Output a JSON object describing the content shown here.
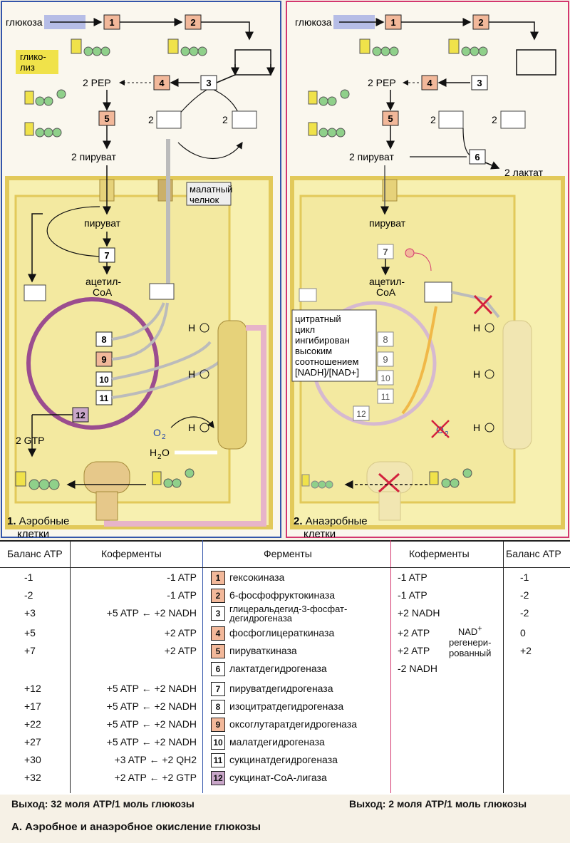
{
  "left_panel": {
    "glucose": "глюкоза",
    "glycolysis": "глико-\nлиз",
    "pep": "2 PEP",
    "pyruvate2": "2 пируват",
    "malate_shuttle": "малатный\nчелнок",
    "pyruvate": "пируват",
    "acetyl_coa": "ацетил-\nCoA",
    "gtp": "2 GTP",
    "o2": "O2",
    "h2o": "H2O",
    "h_plus": "H",
    "nad_count": "2",
    "caption": "1. Аэробные\nклетки"
  },
  "right_panel": {
    "glucose": "глюкоза",
    "pep": "2 PEP",
    "pyruvate2": "2 пируват",
    "lactate": "2 лактат",
    "pyruvate": "пируват",
    "acetyl_coa": "ацетил-\nCoA",
    "citrate_note": "цитратный\nцикл\nингибирован\nвысоким\nсоотношением\n[NADH]/[NAD+]",
    "h_plus": "H",
    "caption": "2. Анаэробные\nклетки"
  },
  "table": {
    "headers": [
      "Баланс ATP",
      "Коферменты",
      "Ферменты",
      "Коферменты",
      "Баланс ATP"
    ],
    "rows": [
      {
        "n": "1",
        "enzyme": "гексокиназа",
        "lb": "-1",
        "lco": "-1 ATP",
        "rco": "-1 ATP",
        "rb": "-1",
        "color": "#f2b89a"
      },
      {
        "n": "2",
        "enzyme": "6-фосфофруктокиназа",
        "lb": "-2",
        "lco": "-1 ATP",
        "rco": "-1 ATP",
        "rb": "-2",
        "color": "#f2b89a"
      },
      {
        "n": "3",
        "enzyme": "глицеральдегид-3-фосфат-\nдегидрогеназа",
        "lb": "+3",
        "lco": "+5 ATP ← +2 NADH",
        "rco": "+2 NADH",
        "rb": "-2",
        "color": "#ffffff"
      },
      {
        "n": "4",
        "enzyme": "фосфоглицераткиназа",
        "lb": "+5",
        "lco": "+2 ATP",
        "rco": "+2 ATP",
        "rb": "0",
        "color": "#f2b89a"
      },
      {
        "n": "5",
        "enzyme": "пируваткиназа",
        "lb": "+7",
        "lco": "+2 ATP",
        "rco": "+2 ATP",
        "rb": "+2",
        "color": "#f2b89a"
      },
      {
        "n": "6",
        "enzyme": "лактатдегидрогеназа",
        "lb": "",
        "lco": "",
        "rco": "-2 NADH",
        "rb": "",
        "color": "#ffffff"
      },
      {
        "n": "7",
        "enzyme": "пируватдегидрогеназа",
        "lb": "+12",
        "lco": "+5 ATP ← +2 NADH",
        "rco": "",
        "rb": "",
        "color": "#ffffff"
      },
      {
        "n": "8",
        "enzyme": "изоцитратдегидрогеназа",
        "lb": "+17",
        "lco": "+5 ATP ← +2 NADH",
        "rco": "",
        "rb": "",
        "color": "#ffffff"
      },
      {
        "n": "9",
        "enzyme": "оксоглутаратдегидрогеназа",
        "lb": "+22",
        "lco": "+5 ATP ← +2 NADH",
        "rco": "",
        "rb": "",
        "color": "#f2b89a"
      },
      {
        "n": "10",
        "enzyme": "малатдегидрогеназа",
        "lb": "+27",
        "lco": "+5 ATP ← +2 NADH",
        "rco": "",
        "rb": "",
        "color": "#ffffff"
      },
      {
        "n": "11",
        "enzyme": "сукцинатдегидрогеназа",
        "lb": "+30",
        "lco": "+3 ATP ← +2 QH2",
        "rco": "",
        "rb": "",
        "color": "#ffffff"
      },
      {
        "n": "12",
        "enzyme": "сукцинат-CoA-лигаза",
        "lb": "+32",
        "lco": "+2 ATP ← +2 GTP",
        "rco": "",
        "rb": "",
        "color": "#c9a6c9"
      }
    ],
    "nad_regen": "NAD+\nрегенери-\nрованный"
  },
  "footer": {
    "left_yield": "Выход: 32 моля ATP/1 моль глюкозы",
    "right_yield": "Выход: 2 моля ATP/1 моль глюкозы",
    "figure_title": "А. Аэробное и анаэробное окисление глюкозы"
  },
  "colors": {
    "enzyme_box": "#f2b89a",
    "cell_fill": "#f7f0b0",
    "membrane": "#e2c95a",
    "cycle": "#9b4d8f",
    "left_frame": "#3355aa",
    "right_frame": "#d3366e",
    "glucose_box": "#b6bde6"
  }
}
